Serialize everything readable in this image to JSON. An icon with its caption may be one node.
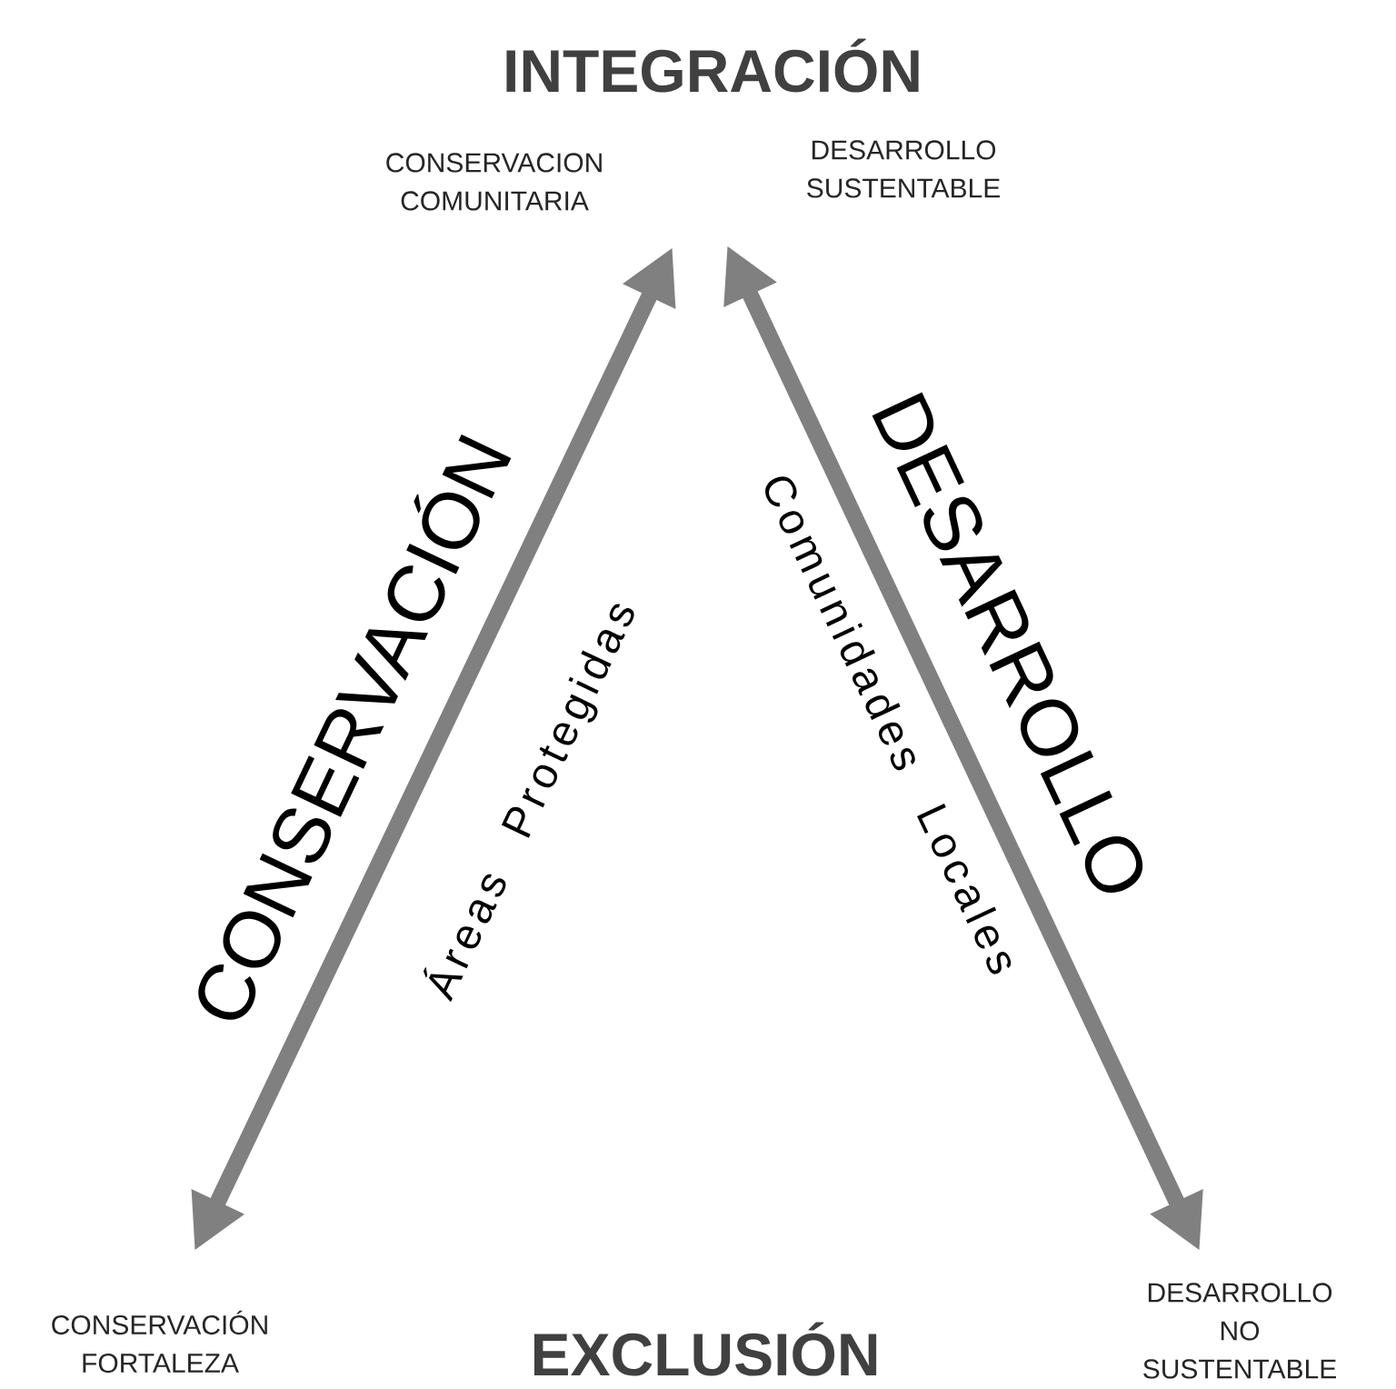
{
  "diagram": {
    "title": "INTEGRACIÓN",
    "nodes": [
      {
        "text": [
          "CONSERVACION COMUNITARIA"
        ]
      },
      {
        "text": [
          "DESARROLLO SUSTENTABLE"
        ]
      },
      {
        "text": [
          "CONSERVACIÓN FORTALEZA"
        ]
      },
      {
        "text": [
          "DESARROLLO NO SUSTENTABLE"
        ]
      }
    ],
    "edges": [
      {
        "from": 2,
        "to": 0,
        "arrow": "both",
        "label": "CONSERVACIÓN"
      },
      {
        "from": 1,
        "to": 3,
        "arrow": "both",
        "label": "DESARROLLO"
      }
    ],
    "labels": [
      "Áreas Protegidas",
      "Comunidades Locales",
      "EXCLUSIÓN"
    ]
  }
}
